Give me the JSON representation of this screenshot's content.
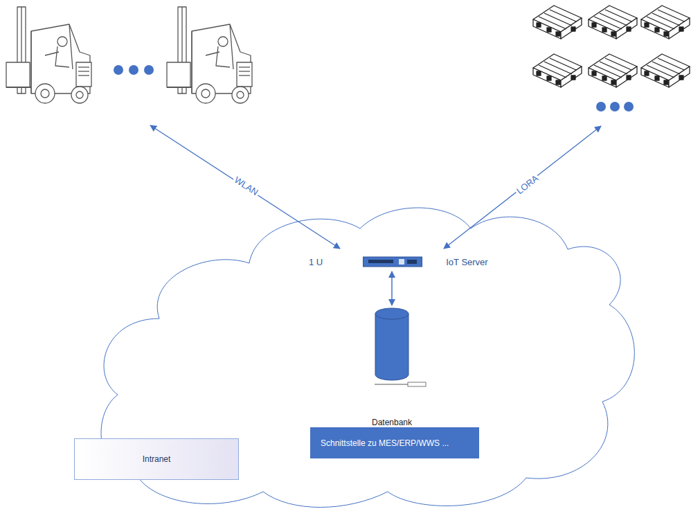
{
  "diagram": {
    "nodes": [
      {
        "text": [
          "1 U",
          "IoT Server"
        ]
      },
      {
        "text": [
          "Datenbank"
        ]
      },
      {
        "text": [
          "Schnittstelle zu MES/ERP/WWS ..."
        ]
      },
      {
        "text": [
          "Intranet"
        ]
      }
    ],
    "edges": [
      {
        "from": 0,
        "to": 1,
        "arrow": "both"
      }
    ],
    "labels": [
      "WLAN",
      "LORA"
    ]
  }
}
